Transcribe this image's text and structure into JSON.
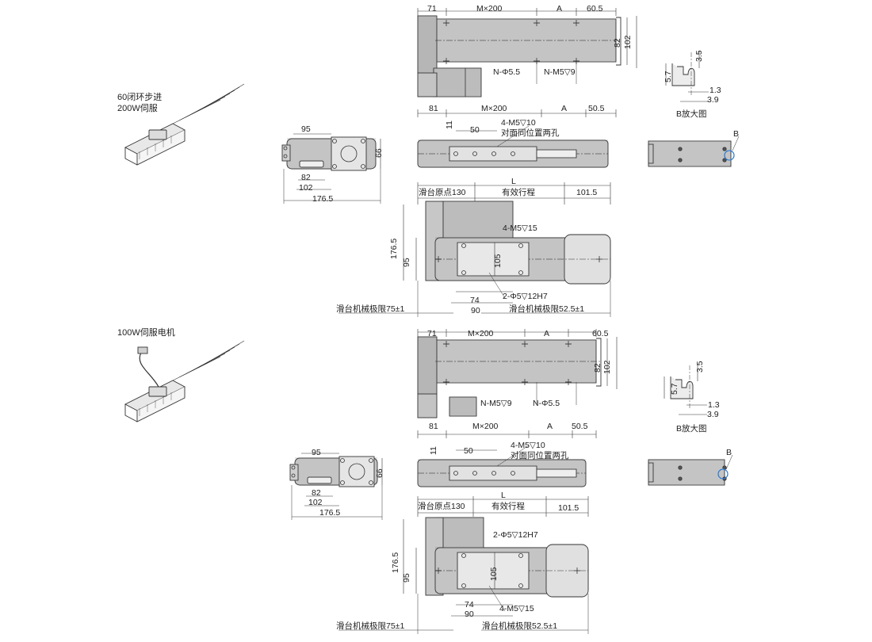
{
  "sections": [
    {
      "title": "60闭环步进\n200W伺服",
      "top_view": {
        "left": "71",
        "pitch": "M×200",
        "a": "A",
        "right": "60.5",
        "h_inner": "82",
        "h_outer": "102",
        "hole_a": "N-Φ5.5",
        "hole_b": "N-M5▽9",
        "b_left": "81",
        "b_pitch": "M×200",
        "b_a": "A",
        "b_right": "50.5"
      },
      "front_view": {
        "v11": "11",
        "v50": "50",
        "tap": "4-M5▽10",
        "opposite": "对面同位置两孔"
      },
      "end_view": {
        "w95": "95",
        "h66": "66",
        "w82": "82",
        "w102": "102",
        "w176": "176.5"
      },
      "bottom_view": {
        "L": "L",
        "origin": "滑台原点130",
        "stroke": "有效行程",
        "r": "101.5",
        "tap": "4-M5▽15",
        "h176": "176.5",
        "h95": "95",
        "h105": "105",
        "pin": "2-Φ5▽12H7",
        "d74": "74",
        "d90": "90",
        "limit_l": "滑台机械极限75±1",
        "limit_r": "滑台机械极限52.5±1"
      },
      "detail": {
        "d35": "3.5",
        "d57": "5.7",
        "d13": "1.3",
        "d39": "3.9",
        "caption": "B放大图"
      },
      "side_b": "B"
    },
    {
      "title": "100W伺服电机",
      "top_view": {
        "left": "71",
        "pitch": "M×200",
        "a": "A",
        "right": "60.5",
        "h_inner": "82",
        "h_outer": "102",
        "hole_a": "N-M5▽9",
        "hole_b": "N-Φ5.5",
        "b_left": "81",
        "b_pitch": "M×200",
        "b_a": "A",
        "b_right": "50.5"
      },
      "front_view": {
        "v11": "11",
        "v50": "50",
        "tap": "4-M5▽10",
        "opposite": "对面同位置两孔"
      },
      "end_view": {
        "w95": "95",
        "h66": "66",
        "w82": "82",
        "w102": "102",
        "w176": "176.5"
      },
      "bottom_view": {
        "L": "L",
        "origin": "滑台原点130",
        "stroke": "有效行程",
        "r": "101.5",
        "tap": "2-Φ5▽12H7",
        "h176": "176.5",
        "h95": "95",
        "h105": "105",
        "pin": "4-M5▽15",
        "d74": "74",
        "d90": "90",
        "limit_l": "滑台机械极限75±1",
        "limit_r": "滑台机械极限52.5±1"
      },
      "detail": {
        "d35": "3.5",
        "d57": "5.7",
        "d13": "1.3",
        "d39": "3.9",
        "caption": "B放大图"
      },
      "side_b": "B"
    }
  ],
  "colors": {
    "line": "#333333",
    "body": "#d9d9d9",
    "body_dark": "#bdbdbd",
    "motor": "#cfcfcf"
  }
}
